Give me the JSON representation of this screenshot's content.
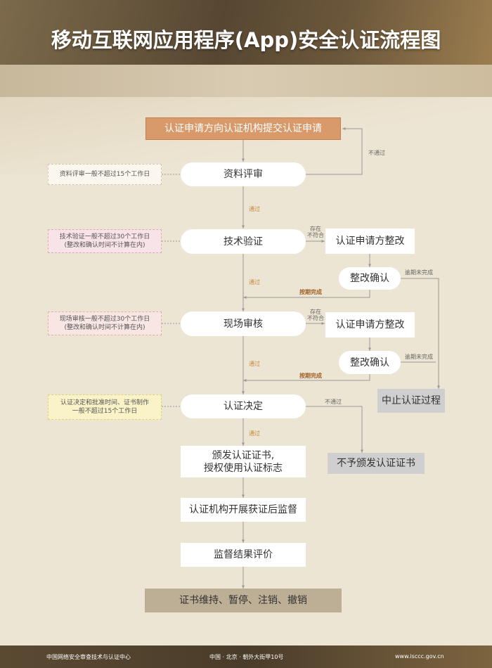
{
  "title": "移动互联网应用程序(App)安全认证流程图",
  "nodes": {
    "submit": "认证申请方向认证机构提交认证申请",
    "doc_review": "资料评审",
    "tech_verify": "技术验证",
    "rectify1": "认证申请方整改",
    "confirm1": "整改确认",
    "site_audit": "现场审核",
    "rectify2": "认证申请方整改",
    "confirm2": "整改确认",
    "terminate": "中止认证过程",
    "decision": "认证决定",
    "issue_line1": "颁发认证证书,",
    "issue_line2": "授权使用认证标志",
    "not_issue": "不予颁发认证证书",
    "supervise": "认证机构开展获证后监督",
    "evaluate": "监督结果评价",
    "maintain": "证书维持、暂停、注销、撤销"
  },
  "notes": {
    "n1": "资料评审一般不超过15个工作日",
    "n2_line1": "技术验证一般不超过30个工作日",
    "n2_line2": "(整改和确认时间不计算在内)",
    "n3_line1": "现场审核一般不超过30个工作日",
    "n3_line2": "(整改和确认时间不计算在内)",
    "n4_line1": "认证决定和批准时间、证书制作",
    "n4_line2": "一般不超过15个工作日"
  },
  "labels": {
    "fail1": "不通过",
    "pass1": "通过",
    "exist1_line1": "存在",
    "exist1_line2": "不符合",
    "overdue1": "逾期未完成",
    "pass2": "通过",
    "ontime1": "按期完成",
    "exist2_line1": "存在",
    "exist2_line2": "不符合",
    "overdue2": "逾期未完成",
    "pass3": "通过",
    "ontime2": "按期完成",
    "fail2": "不通过",
    "pass4": "通过"
  },
  "footer": {
    "org": "中国网络安全审查技术与认证中心",
    "address": "中国 · 北京 · 朝外大街甲10号",
    "site": "www.isccc.gov.cn"
  },
  "colors": {
    "header": "#574732",
    "background": "#ede5d3",
    "submit_box": "#d89a6a",
    "pass_label": "#c4873a",
    "terminal_grey": "#cfcfcf",
    "final_box": "#bcaf95"
  }
}
